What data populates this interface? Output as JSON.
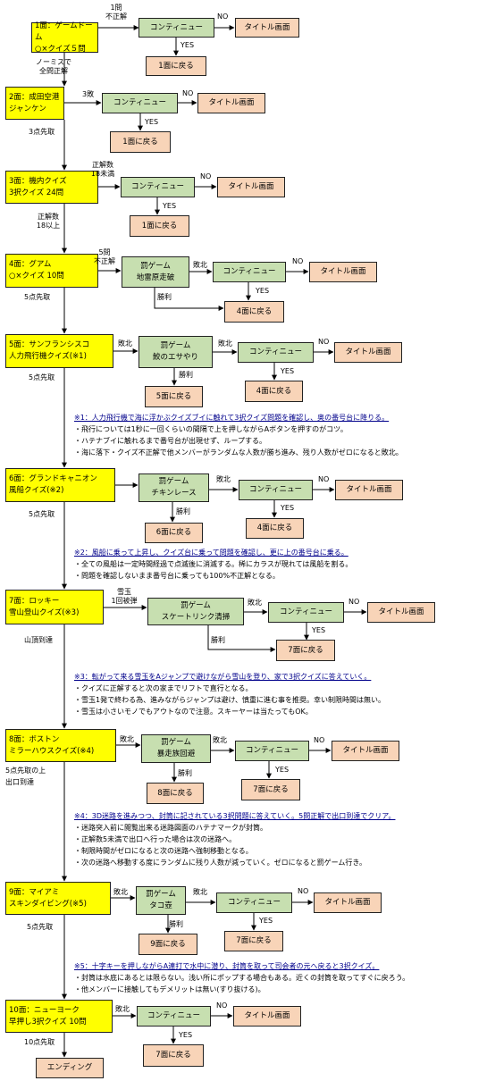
{
  "common": {
    "continue": "コンティニュー",
    "title_screen": "タイトル画面",
    "no": "NO",
    "yes": "YES",
    "defeat": "敗北",
    "win": "勝利",
    "ending": "エンディング",
    "penalty_head": "罰ゲーム"
  },
  "stages": [
    {
      "line1": "1面：ゲームドーム",
      "line2": "○×クイズ５問"
    },
    {
      "line1": "2面：成田空港",
      "line2": "ジャンケン"
    },
    {
      "line1": "3面：機内クイズ",
      "line2": "3択クイズ 24問"
    },
    {
      "line1": "4面：グアム",
      "line2": "○×クイズ 10問"
    },
    {
      "line1": "5面：サンフランシスコ",
      "line2": "人力飛行機クイズ(※1)"
    },
    {
      "line1": "6面：グランドキャニオン",
      "line2": "風船クイズ(※2)"
    },
    {
      "line1": "7面：ロッキー",
      "line2": "雪山登山クイズ(※3)"
    },
    {
      "line1": "8面：ボストン",
      "line2": "ミラーハウスクイズ(※4)"
    },
    {
      "line1": "9面：マイアミ",
      "line2": "スキンダイビング(※5)"
    },
    {
      "line1": "10面：ニューヨーク",
      "line2": "早押し3択クイズ 10問"
    }
  ],
  "returns": [
    "1面に戻る",
    "1面に戻る",
    "1面に戻る",
    "4面に戻る",
    "5面に戻る",
    "4面に戻る",
    "6面に戻る",
    "4面に戻る",
    "7面に戻る",
    "8面に戻る",
    "7面に戻る",
    "9面に戻る",
    "7面に戻る",
    "7面に戻る"
  ],
  "penalties": [
    {
      "line1": "罰ゲーム",
      "line2": "地雷原走破"
    },
    {
      "line1": "罰ゲーム",
      "line2": "鮫のエサやり"
    },
    {
      "line1": "罰ゲーム",
      "line2": "チキンレース"
    },
    {
      "line1": "罰ゲーム",
      "line2": "スケートリンク清掃"
    },
    {
      "line1": "罰ゲーム",
      "line2": "暴走族回避"
    },
    {
      "line1": "罰ゲーム",
      "line2": "タコ壺"
    }
  ],
  "conditions": {
    "s1_fail_a": "1問",
    "s1_fail_b": "不正解",
    "s1_pass_a": "ノーミスで",
    "s1_pass_b": "全問正解",
    "s2_fail": "3敗",
    "s2_pass": "3点先取",
    "s3_fail_a": "正解数",
    "s3_fail_b": "18未満",
    "s3_pass_a": "正解数",
    "s3_pass_b": "18以上",
    "s4_fail_a": "5問",
    "s4_fail_b": "不正解",
    "s4_pass": "5点先取",
    "s5_pass": "5点先取",
    "s6_pass": "5点先取",
    "s7_fail_a": "雪玉",
    "s7_fail_b": "1回被弾",
    "s7_pass": "山頂到達",
    "s8_pass_a": "5点先取の上",
    "s8_pass_b": "出口到達",
    "s9_pass": "5点先取",
    "s10_pass": "10点先取"
  },
  "notes": {
    "n1": [
      "※1：人力飛行機で海に浮かぶクイズブイに触れて3択クイズ問題を確認し、奥の番号台に降りる。",
      "・飛行については1秒に一回くらいの間隔で上を押しながらAボタンを押すのがコツ。",
      "・ハテナブイに触れるまで番号台が出現せず、ループする。",
      "・海に落下・クイズ不正解で他メンバーがランダムな人数が勝ち進み、残り人数がゼロになると敗北。"
    ],
    "n2": [
      "※2：風船に乗って上昇し、クイズ台に乗って問題を確認し、更に上の番号台に乗る。",
      "・全ての風船は一定時間経過で点滅後に消滅する。稀にカラスが現れては風船を割る。",
      "・問題を確認しないまま番号台に乗っても100%不正解となる。"
    ],
    "n3": [
      "※3：転がって来る雪玉をAジャンプで避けながら雪山を登り、家で3択クイズに答えていく。",
      "・クイズに正解すると次の家までリフトで直行となる。",
      "・雪玉1発で終わる為、進みながらジャンプは避け、慎重に進む事を推奨。幸い制限時間は無い。",
      "・雪玉は小さいモノでもアウトなので注意。スキーヤーは当たってもOK。"
    ],
    "n4": [
      "※4：3D迷路を進みつつ、封筒に記されている3択問題に答えていく。5問正解で出口到達でクリア。",
      "・迷路突入前に閲覧出来る迷路図面のハテナマークが封筒。",
      "・正解数5未満で出口へ行った場合は次の迷路へ。",
      "・制限時間がゼロになると次の迷路へ強制移動となる。",
      "・次の迷路へ移動する度にランダムに残り人数が減っていく。ゼロになると罰ゲーム行き。"
    ],
    "n5": [
      "※5：十字キーを押しながらA連打で水中に潜り、封筒を取って司会者の元へ戻ると3択クイズ。",
      "・封筒は水底にあるとは限らない。浅い所にポップする場合もある。近くの封筒を取ってすぐに戻ろう。",
      "・他メンバーに接触してもデメリットは無い(すり抜ける)。"
    ]
  }
}
